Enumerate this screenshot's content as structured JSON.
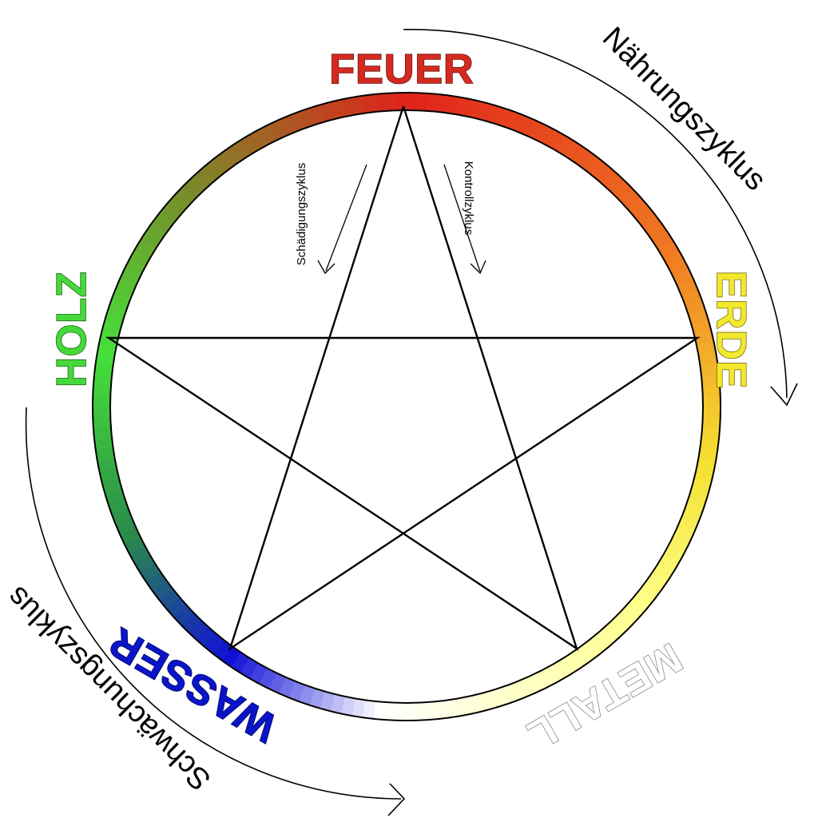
{
  "elements": {
    "feuer": {
      "label": "FEUER",
      "color": "#d42a20",
      "outline": "#6e1410"
    },
    "erde": {
      "label": "ERDE",
      "color": "#f2e82e",
      "outline": "#7a7010"
    },
    "metall": {
      "label": "METALL",
      "color": "#ffffff",
      "outline": "#8a8a8a"
    },
    "wasser": {
      "label": "WASSER",
      "color": "#0a14c8",
      "outline": "#050a60"
    },
    "holz": {
      "label": "HOLZ",
      "color": "#46d83a",
      "outline": "#1e6a18"
    }
  },
  "cycles": {
    "naehrung": "Nährungszyklus",
    "schwaechung": "Schwächungszyklus",
    "schaedigung": "Schädigungszyklus",
    "kontroll": "Kontrollzyklus"
  },
  "ring_colors": [
    "#e0231b",
    "#f07a22",
    "#f4e030",
    "#ffff8a",
    "#ffffff",
    "#1010d8",
    "#2a8a4a",
    "#46e03a",
    "#7a8a2a",
    "#c03a20"
  ]
}
